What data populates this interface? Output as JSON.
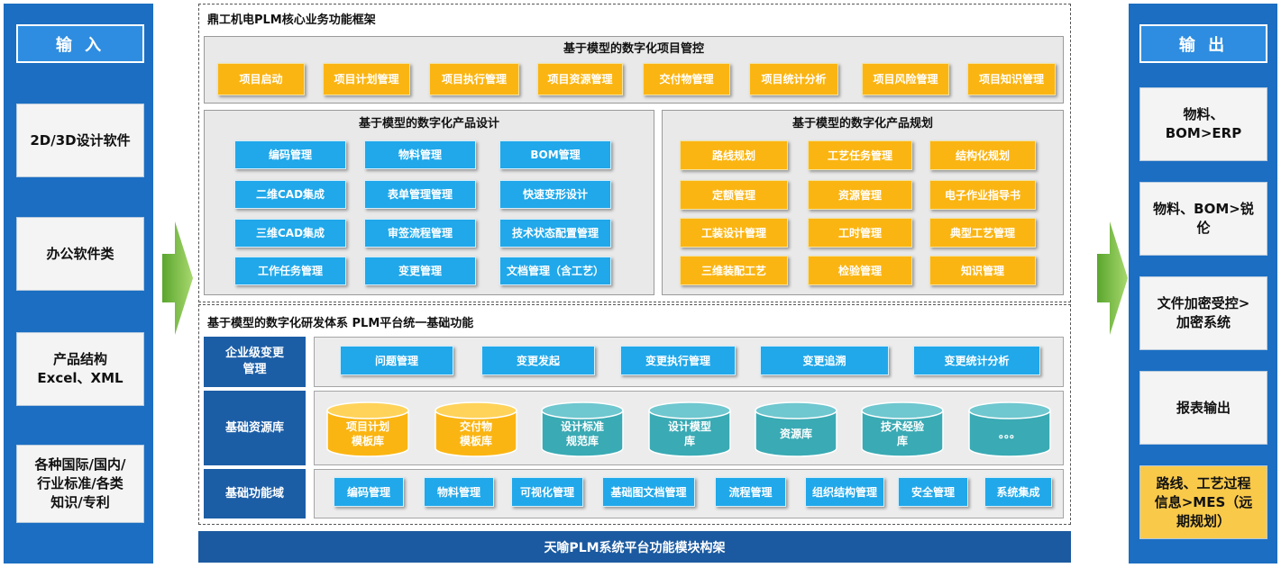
{
  "colors": {
    "side_blue": "#1b6ec2",
    "chip_yellow": "#fbb512",
    "chip_blue": "#20a8ea",
    "cyl_teal": "#3aaab4",
    "arrow_green": "#7cc242"
  },
  "input": {
    "title": "输 入",
    "items": [
      "2D/3D设计软件",
      "办公软件类",
      "产品结构\nExcel、XML",
      "各种国际/国内/\n行业标准/各类\n知识/专利"
    ]
  },
  "output": {
    "title": "输 出",
    "items": [
      "物料、\nBOM>ERP",
      "物料、BOM>锐\n伦",
      "文件加密受控>\n加密系统",
      "报表输出",
      "路线、工艺过程\n信息>MES（远\n期规划）"
    ]
  },
  "core": {
    "title": "鼎工机电PLM核心业务功能框架",
    "project": {
      "title": "基于模型的数字化项目管控",
      "items": [
        "项目启动",
        "项目计划管理",
        "项目执行管理",
        "项目资源管理",
        "交付物管理",
        "项目统计分析",
        "项目风险管理",
        "项目知识管理"
      ]
    },
    "design": {
      "title": "基于模型的数字化产品设计",
      "items": [
        "编码管理",
        "物料管理",
        "BOM管理",
        "二维CAD集成",
        "表单管理管理",
        "快速变形设计",
        "三维CAD集成",
        "审签流程管理",
        "技术状态配置管理",
        "工作任务管理",
        "变更管理",
        "文档管理（含工艺）"
      ]
    },
    "planning": {
      "title": "基于模型的数字化产品规划",
      "items": [
        "路线规划",
        "工艺任务管理",
        "结构化规划",
        "定额管理",
        "资源管理",
        "电子作业指导书",
        "工装设计管理",
        "工时管理",
        "典型工艺管理",
        "三维装配工艺",
        "检验管理",
        "知识管理"
      ]
    }
  },
  "platform": {
    "title": "基于模型的数字化研发体系 PLM平台统一基础功能",
    "change": {
      "label": "企业级变更\n管理",
      "items": [
        "问题管理",
        "变更发起",
        "变更执行管理",
        "变更追溯",
        "变更统计分析"
      ]
    },
    "resource": {
      "label": "基础资源库",
      "items": [
        "项目计划\n模板库",
        "交付物\n模板库",
        "设计标准\n规范库",
        "设计模型\n库",
        "资源库",
        "技术经验\n库",
        "。。。"
      ]
    },
    "function": {
      "label": "基础功能域",
      "items": [
        "编码管理",
        "物料管理",
        "可视化管理",
        "基础图文档管理",
        "流程管理",
        "组织结构管理",
        "安全管理",
        "系统集成"
      ]
    }
  },
  "footer": {
    "title": "天喻PLM系统平台功能模块构架"
  }
}
